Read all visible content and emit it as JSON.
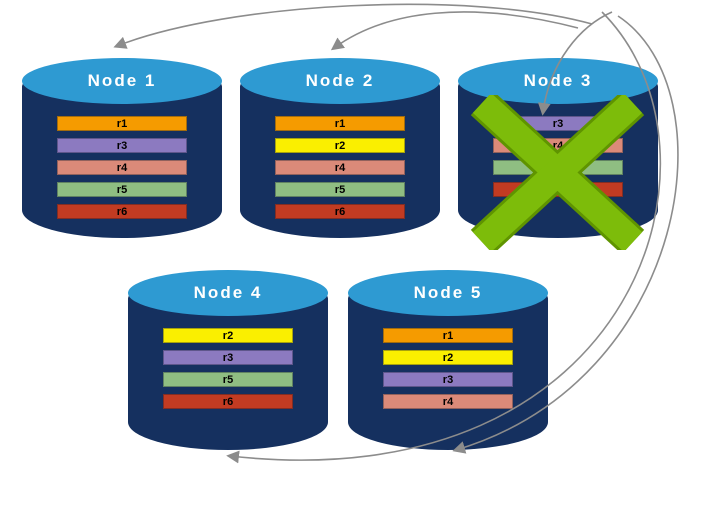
{
  "nodes": [
    {
      "id": "node-1",
      "label": "Node 1",
      "replicas": [
        "r1",
        "r3",
        "r4",
        "r5",
        "r6"
      ]
    },
    {
      "id": "node-2",
      "label": "Node 2",
      "replicas": [
        "r1",
        "r2",
        "r4",
        "r5",
        "r6"
      ]
    },
    {
      "id": "node-3",
      "label": "Node 3",
      "replicas": [
        "r3",
        "r4",
        "r5",
        "r6"
      ],
      "failed": true
    },
    {
      "id": "node-4",
      "label": "Node 4",
      "replicas": [
        "r2",
        "r3",
        "r5",
        "r6"
      ]
    },
    {
      "id": "node-5",
      "label": "Node 5",
      "replicas": [
        "r1",
        "r2",
        "r3",
        "r4"
      ]
    }
  ],
  "replica_colors": {
    "r1": "#F59B00",
    "r2": "#FAEF00",
    "r3": "#8C7AC0",
    "r4": "#DB8A79",
    "r5": "#8FBE82",
    "r6": "#C23B22"
  },
  "cylinder": {
    "body_color": "#15305F",
    "top_color": "#2E9AD2",
    "label_color": "#FFFFFF"
  },
  "failure": {
    "node": "node-3",
    "x_color": "#7DBC0A",
    "x_outline_color": "#5F9400"
  },
  "arrows": {
    "color": "#8C8C8C",
    "links": [
      {
        "from": "node-3",
        "to": "node-1"
      },
      {
        "from": "node-3",
        "to": "node-2"
      },
      {
        "from": "node-3",
        "to": "node-3"
      },
      {
        "from": "node-3",
        "to": "node-5"
      },
      {
        "from": "node-3",
        "to": "node-4"
      }
    ]
  }
}
